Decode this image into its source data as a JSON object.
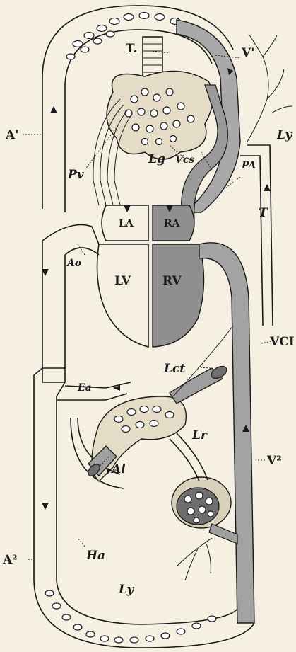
{
  "labels": {
    "trachea": "T.",
    "vessel_v1": "V'",
    "artery_a1": "A'",
    "lymph_upper": "Ly",
    "pulmonary_veins": "Pv",
    "lung": "Lg",
    "vena_cava_superior": "Vcs",
    "pulmonary_artery": "PA",
    "thoracic_duct": "T",
    "left_atrium": "LA",
    "right_atrium": "RA",
    "aorta": "Ao",
    "left_ventricle": "LV",
    "right_ventricle": "RV",
    "vena_cava_inferior": "VCI",
    "lacteals": "Lct",
    "hepatic_artery_upper": "Ea",
    "alimentary": "Al",
    "liver": "Lr",
    "artery_a2": "A²",
    "vessel_v2": "V²",
    "hepatic_artery_lower": "Ha",
    "lymph_lower": "Ly"
  }
}
